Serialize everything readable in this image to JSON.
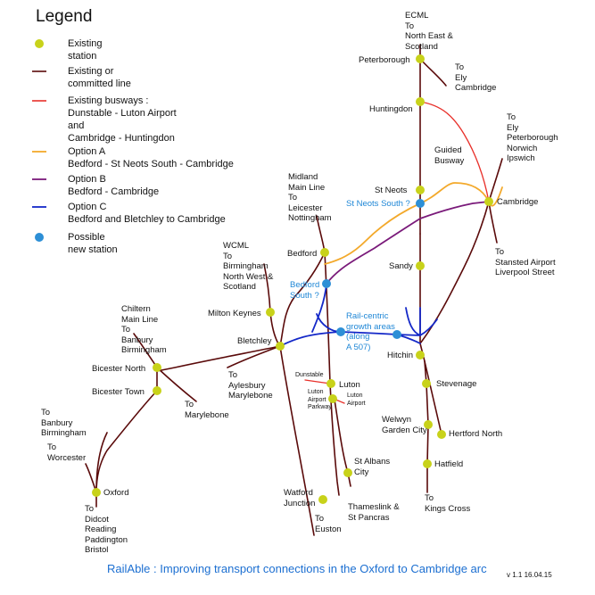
{
  "legend": {
    "title": "Legend",
    "items": [
      {
        "symbol": "existing-station-dot",
        "text": "Existing\nstation"
      },
      {
        "symbol": "existing-line",
        "text": "Existing or\ncommitted line"
      },
      {
        "symbol": "busway-line",
        "text": "Existing busways :\nDunstable - Luton Airport\nand\nCambridge - Huntingdon"
      },
      {
        "symbol": "option-a-line",
        "text": "Option A\nBedford - St Neots South - Cambridge"
      },
      {
        "symbol": "option-b-line",
        "text": "Option B\nBedford - Cambridge"
      },
      {
        "symbol": "option-c-line",
        "text": "Option C\nBedford and Bletchley to Cambridge"
      },
      {
        "symbol": "new-station-dot",
        "text": "Possible\nnew station"
      }
    ]
  },
  "colors": {
    "existing_line": "#5a0a0a",
    "station": "#c8d21a",
    "busway": "#e8302a",
    "option_a": "#f3a92b",
    "option_b": "#7a1a7a",
    "option_c": "#1428c8",
    "new_station": "#2d8fd6",
    "new_station_text": "#1f87d6",
    "footer_text": "#1c6fd1"
  },
  "labels": {
    "ecml": "ECML\nTo\nNorth East &\nScotland",
    "peterborough": "Peterborough",
    "to_ely_cambridge": "To\nEly\nCambridge",
    "huntingdon": "Huntingdon",
    "to_ely_norwich": "To\nEly\nPeterborough\nNorwich\nIpswich",
    "guided_busway": "Guided\nBusway",
    "st_neots": "St Neots",
    "st_neots_south": "St Neots South ?",
    "cambridge": "Cambridge",
    "midland_main_line": "Midland\nMain Line\nTo\nLeicester\nNottingham",
    "bedford": "Bedford",
    "sandy": "Sandy",
    "to_stansted": "To\nStansted Airport\nLiverpool Street",
    "wcml": "WCML\nTo\nBirmingham\nNorth West &\nScotland",
    "bedford_south": "Bedford\nSouth ?",
    "milton_keynes": "Milton Keynes",
    "rail_centric": "Rail-centric\ngrowth areas\n(along\nA 507)",
    "chiltern": "Chiltern\nMain Line\nTo\nBanbury\nBirmingham",
    "bletchley": "Bletchley",
    "hitchin": "Hitchin",
    "bicester_north": "Bicester North",
    "to_aylesbury": "To\nAylesbury\nMarylebone",
    "dunstable": "Dunstable",
    "luton": "Luton",
    "stevenage": "Stevenage",
    "bicester_town": "Bicester Town",
    "to_marylebone": "To\nMarylebone",
    "luton_airport_parkway": "Luton\nAirport\nParkway",
    "luton_airport": "Luton\nAirport",
    "to_banbury": "To\nBanbury\nBirmingham",
    "welwyn": "Welwyn\nGarden City",
    "hertford_north": "Hertford North",
    "to_worcester": "To\nWorcester",
    "hatfield": "Hatfield",
    "st_albans": "St Albans\nCity",
    "oxford": "Oxford",
    "watford": "Watford\nJunction",
    "thameslink": "Thameslink &\nSt Pancras",
    "to_kings_cross": "To\nKings Cross",
    "to_didcot": "To\nDidcot\nReading\nPaddington\nBristol",
    "to_euston": "To\nEuston"
  },
  "footer": "RailAble : Improving transport connections in the Oxford to Cambridge arc",
  "version": "v 1.1    16.04.15"
}
